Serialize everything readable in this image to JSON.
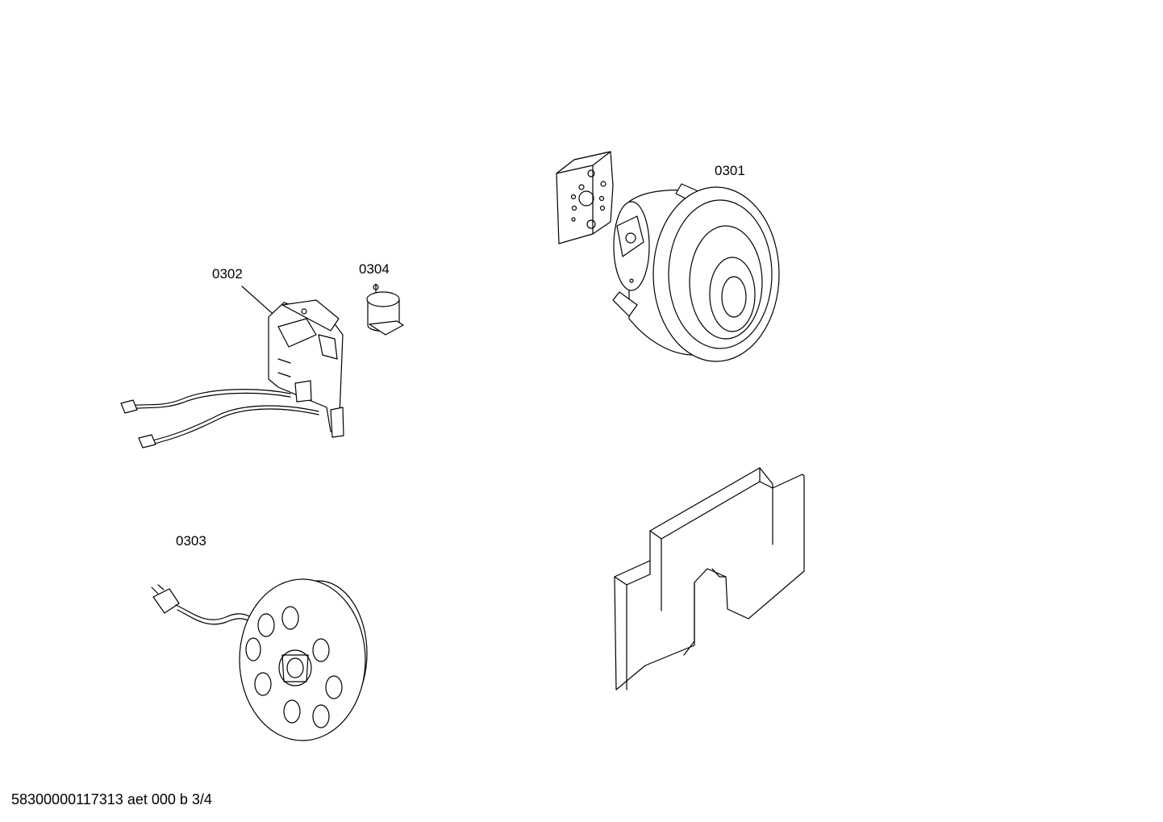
{
  "parts": [
    {
      "id": "motor",
      "label": "0301"
    },
    {
      "id": "switch-assembly",
      "label": "0302"
    },
    {
      "id": "cable-reel",
      "label": "0303"
    },
    {
      "id": "suppressor",
      "label": "0304"
    }
  ],
  "footer": {
    "document_code": "58300000117313 aet 000 b 3/4"
  }
}
